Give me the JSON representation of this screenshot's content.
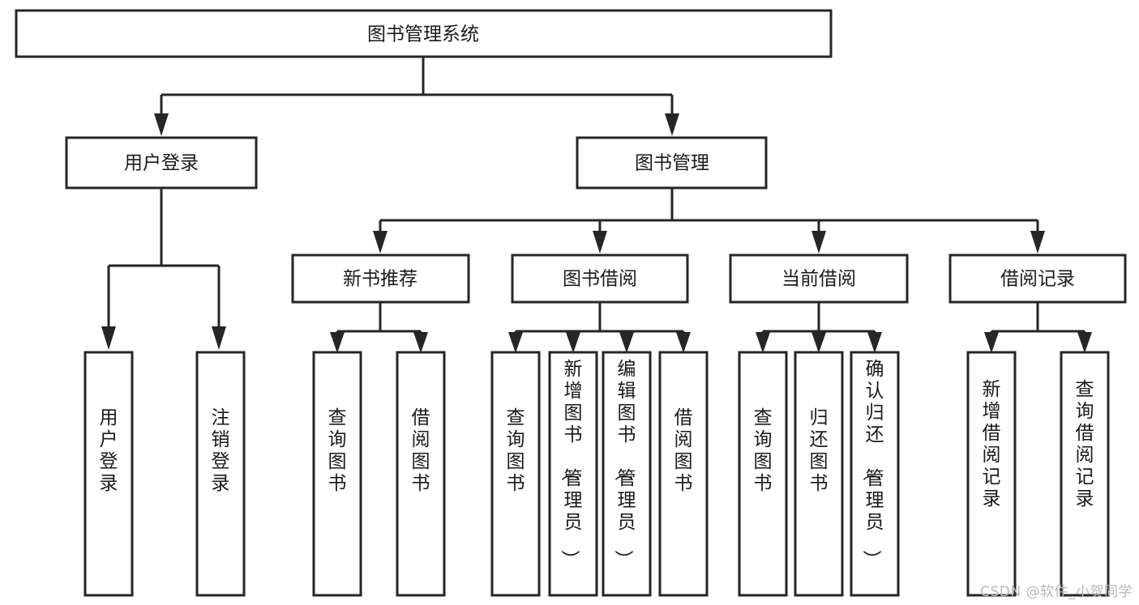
{
  "diagram": {
    "type": "tree-hierarchy",
    "title": "图书管理系统",
    "watermark": "CSDN @软件_小贺同学",
    "colors": {
      "stroke": "#262626",
      "fill": "#ffffff",
      "text": "#1a1a1a",
      "watermark": "#b8b8b8"
    },
    "levels": {
      "root": {
        "label": "图书管理系统"
      },
      "level2": [
        {
          "id": "user-login",
          "label": "用户登录"
        },
        {
          "id": "book-management",
          "label": "图书管理"
        }
      ],
      "level3": [
        {
          "id": "new-book-recommend",
          "label": "新书推荐",
          "parent": "book-management"
        },
        {
          "id": "book-borrow",
          "label": "图书借阅",
          "parent": "book-management"
        },
        {
          "id": "current-borrow",
          "label": "当前借阅",
          "parent": "book-management"
        },
        {
          "id": "borrow-record",
          "label": "借阅记录",
          "parent": "book-management"
        }
      ],
      "leaves": [
        {
          "id": "leaf-user-login",
          "label": "用户登录",
          "parent": "user-login"
        },
        {
          "id": "leaf-logout-login",
          "label": "注销登录",
          "parent": "user-login"
        },
        {
          "id": "leaf-query-book-1",
          "label": "查询图书",
          "parent": "new-book-recommend"
        },
        {
          "id": "leaf-borrow-book-1",
          "label": "借阅图书",
          "parent": "new-book-recommend"
        },
        {
          "id": "leaf-query-book-2",
          "label": "查询图书",
          "parent": "book-borrow"
        },
        {
          "id": "leaf-add-book",
          "label": "新增图书（管理员）",
          "parent": "book-borrow"
        },
        {
          "id": "leaf-edit-book",
          "label": "编辑图书（管理员）",
          "parent": "book-borrow"
        },
        {
          "id": "leaf-borrow-book-2",
          "label": "借阅图书",
          "parent": "book-borrow"
        },
        {
          "id": "leaf-query-book-3",
          "label": "查询图书",
          "parent": "current-borrow"
        },
        {
          "id": "leaf-return-book",
          "label": "归还图书",
          "parent": "current-borrow"
        },
        {
          "id": "leaf-confirm-return",
          "label": "确认归还（管理员）",
          "parent": "current-borrow"
        },
        {
          "id": "leaf-add-record",
          "label": "新增借阅记录",
          "parent": "borrow-record"
        },
        {
          "id": "leaf-query-record",
          "label": "查询借阅记录",
          "parent": "borrow-record"
        }
      ]
    }
  }
}
